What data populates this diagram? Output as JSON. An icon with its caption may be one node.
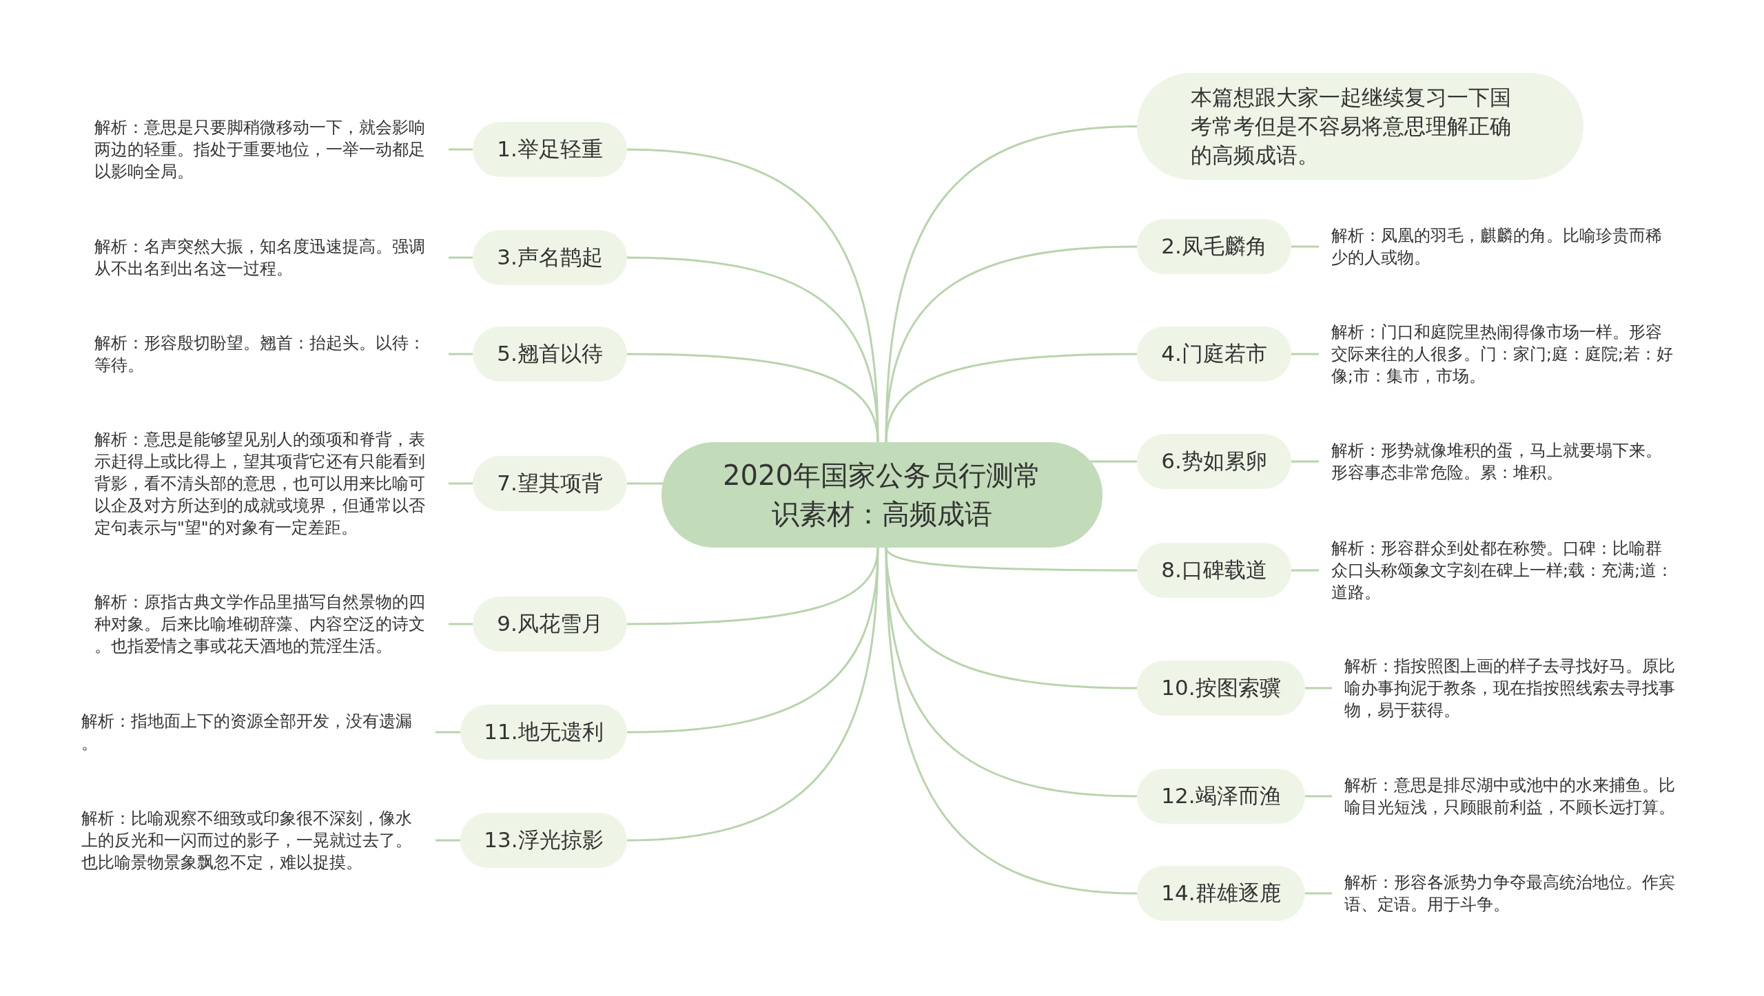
{
  "diagram": {
    "nodes": [
      {
        "text": [
          "2020年国家公务员行测常识素材：高频成语"
        ]
      },
      {
        "text": [
          "本篇想跟大家一起继续复习一下国考常考但是不容易将意思理解正确的高频成语。"
        ]
      },
      {
        "text": [
          "1.举足轻重"
        ]
      },
      {
        "text": [
          "解析：意思是只要脚稍微移动一下，就会影响两边的轻重。指处于重要地位，一举一动都足以影响全局。"
        ]
      },
      {
        "text": [
          "2.凤毛麟角"
        ]
      },
      {
        "text": [
          "解析：凤凰的羽毛，麒麟的角。比喻珍贵而稀少的人或物。"
        ]
      },
      {
        "text": [
          "3.声名鹊起"
        ]
      },
      {
        "text": [
          "解析：名声突然大振，知名度迅速提高。强调从不出名到出名这一过程。"
        ]
      },
      {
        "text": [
          "4.门庭若市"
        ]
      },
      {
        "text": [
          "解析：门口和庭院里热闹得像市场一样。形容交际来往的人很多。门：家门;庭：庭院;若：好像;市：集市，市场。"
        ]
      },
      {
        "text": [
          "5.翘首以待"
        ]
      },
      {
        "text": [
          "解析：形容殷切盼望。翘首：抬起头。以待：等待。"
        ]
      },
      {
        "text": [
          "6.势如累卵"
        ]
      },
      {
        "text": [
          "解析：形势就像堆积的蛋，马上就要塌下来。形容事态非常危险。累：堆积。"
        ]
      },
      {
        "text": [
          "7.望其项背"
        ]
      },
      {
        "text": [
          "解析：意思是能够望见别人的颈项和脊背，表示赶得上或比得上，望其项背它还有只能看到背影，看不清头部的意思，也可以用来比喻可以企及对方所达到的成就或境界，但通常以否定句表示与\"望\"的对象有一定差距。"
        ]
      },
      {
        "text": [
          "8.口碑载道"
        ]
      },
      {
        "text": [
          "解析：形容群众到处都在称赞。口碑：比喻群众口头称颂象文字刻在碑上一样;载：充满;道：道路。"
        ]
      },
      {
        "text": [
          "9.风花雪月"
        ]
      },
      {
        "text": [
          "解析：原指古典文学作品里描写自然景物的四种对象。后来比喻堆砌辞藻、内容空泛的诗文。也指爱情之事或花天酒地的荒淫生活。"
        ]
      },
      {
        "text": [
          "10.按图索骥"
        ]
      },
      {
        "text": [
          "解析：指按照图上画的样子去寻找好马。原比喻办事拘泥于教条，现在指按照线索去寻找事物，易于获得。"
        ]
      },
      {
        "text": [
          "11.地无遗利"
        ]
      },
      {
        "text": [
          "解析：指地面上下的资源全部开发，没有遗漏。"
        ]
      },
      {
        "text": [
          "12.竭泽而渔"
        ]
      },
      {
        "text": [
          "解析：意思是排尽湖中或池中的水来捕鱼。比喻目光短浅，只顾眼前利益，不顾长远打算。"
        ]
      },
      {
        "text": [
          "13.浮光掠影"
        ]
      },
      {
        "text": [
          "解析：比喻观察不细致或印象很不深刻，像水上的反光和一闪而过的影子，一晃就过去了。也比喻景物景象飘忽不定，难以捉摸。"
        ]
      },
      {
        "text": [
          "14.群雄逐鹿"
        ]
      },
      {
        "text": [
          "解析：形容各派势力争夺最高统治地位。作宾语、定语。用于斗争。"
        ]
      }
    ],
    "edges": [
      {
        "from": 0,
        "to": 1,
        "arrow": "none"
      },
      {
        "from": 0,
        "to": 2,
        "arrow": "none"
      },
      {
        "from": 2,
        "to": 3,
        "arrow": "none"
      },
      {
        "from": 0,
        "to": 4,
        "arrow": "none"
      },
      {
        "from": 4,
        "to": 5,
        "arrow": "none"
      },
      {
        "from": 0,
        "to": 6,
        "arrow": "none"
      },
      {
        "from": 6,
        "to": 7,
        "arrow": "none"
      },
      {
        "from": 0,
        "to": 8,
        "arrow": "none"
      },
      {
        "from": 8,
        "to": 9,
        "arrow": "none"
      },
      {
        "from": 0,
        "to": 10,
        "arrow": "none"
      },
      {
        "from": 10,
        "to": 11,
        "arrow": "none"
      },
      {
        "from": 0,
        "to": 12,
        "arrow": "none"
      },
      {
        "from": 12,
        "to": 13,
        "arrow": "none"
      },
      {
        "from": 0,
        "to": 14,
        "arrow": "none"
      },
      {
        "from": 14,
        "to": 15,
        "arrow": "none"
      },
      {
        "from": 0,
        "to": 16,
        "arrow": "none"
      },
      {
        "from": 16,
        "to": 17,
        "arrow": "none"
      },
      {
        "from": 0,
        "to": 18,
        "arrow": "none"
      },
      {
        "from": 18,
        "to": 19,
        "arrow": "none"
      },
      {
        "from": 0,
        "to": 20,
        "arrow": "none"
      },
      {
        "from": 20,
        "to": 21,
        "arrow": "none"
      },
      {
        "from": 0,
        "to": 22,
        "arrow": "none"
      },
      {
        "from": 22,
        "to": 23,
        "arrow": "none"
      },
      {
        "from": 0,
        "to": 24,
        "arrow": "none"
      },
      {
        "from": 24,
        "to": 25,
        "arrow": "none"
      },
      {
        "from": 0,
        "to": 26,
        "arrow": "none"
      },
      {
        "from": 26,
        "to": 27,
        "arrow": "none"
      },
      {
        "from": 0,
        "to": 28,
        "arrow": "none"
      },
      {
        "from": 28,
        "to": 29,
        "arrow": "none"
      }
    ]
  }
}
